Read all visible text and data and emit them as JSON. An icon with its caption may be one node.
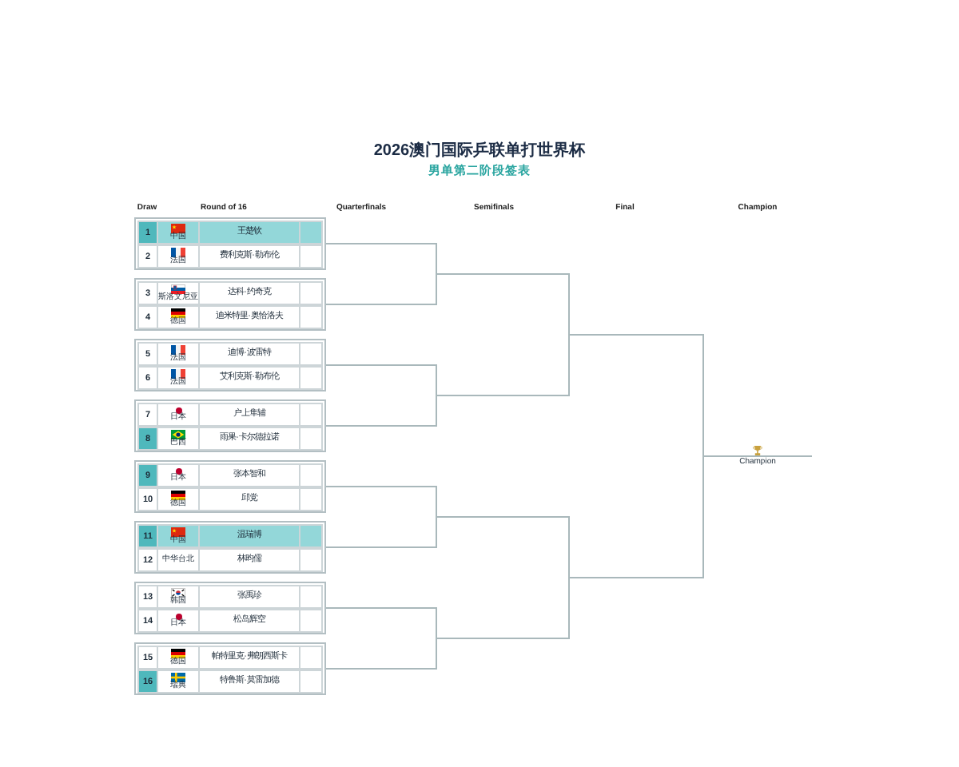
{
  "diagram": {
    "title": "2026澳门国际乒联单打世界杯",
    "nodes": [
      {
        "text": [],
        "shape": "box"
      },
      {
        "text": [
          "1",
          "中国",
          "王楚钦"
        ],
        "in": 0
      },
      {
        "text": [
          "2",
          "法国",
          "费利克斯·勒布伦"
        ],
        "in": 0
      },
      {
        "text": [],
        "shape": "box"
      },
      {
        "text": [
          "3",
          "斯洛文尼亚",
          "达科·约奇克"
        ],
        "in": 3
      },
      {
        "text": [
          "4",
          "德国",
          "迪米特里·奥恰洛夫"
        ],
        "in": 3
      },
      {
        "text": [],
        "shape": "box"
      },
      {
        "text": [
          "5",
          "法国",
          "迪博·波雷特"
        ],
        "in": 6
      },
      {
        "text": [
          "6",
          "法国",
          "艾利克斯·勒布伦"
        ],
        "in": 6
      },
      {
        "text": [],
        "shape": "box"
      },
      {
        "text": [
          "7",
          "日本",
          "户上隼辅"
        ],
        "in": 9
      },
      {
        "text": [
          "8",
          "巴西",
          "雨果·卡尔德拉诺"
        ],
        "in": 9
      },
      {
        "text": [],
        "shape": "box"
      },
      {
        "text": [
          "9",
          "日本",
          "张本智和"
        ],
        "in": 12
      },
      {
        "text": [
          "10",
          "德国",
          "邱党"
        ],
        "in": 12
      },
      {
        "text": [],
        "shape": "box"
      },
      {
        "text": [
          "11",
          "中国",
          "温瑞博"
        ],
        "in": 15
      },
      {
        "text": [
          "12",
          "中华台北",
          "林昀儒"
        ],
        "in": 15
      },
      {
        "text": [],
        "shape": "box"
      },
      {
        "text": [
          "13",
          "韩国",
          "张禹珍"
        ],
        "in": 18
      },
      {
        "text": [
          "14",
          "日本",
          "松岛辉空"
        ],
        "in": 18
      },
      {
        "text": [],
        "shape": "box"
      },
      {
        "text": [
          "15",
          "德国",
          "帕特里克·弗朗西斯卡"
        ],
        "in": 21
      },
      {
        "text": [
          "16",
          "瑞典",
          "特鲁斯·莫雷加德"
        ],
        "in": 21
      },
      {
        "text": [
          "Champion"
        ]
      }
    ],
    "edges": [
      {
        "from": 0,
        "to": 24,
        "arrow": "none"
      },
      {
        "from": 3,
        "to": 24,
        "arrow": "none"
      },
      {
        "from": 6,
        "to": 24,
        "arrow": "none"
      },
      {
        "from": 9,
        "to": 24,
        "arrow": "none"
      },
      {
        "from": 12,
        "to": 24,
        "arrow": "none"
      },
      {
        "from": 15,
        "to": 24,
        "arrow": "none"
      },
      {
        "from": 18,
        "to": 24,
        "arrow": "none"
      },
      {
        "from": 21,
        "to": 24,
        "arrow": "none"
      }
    ],
    "labels": [
      "男单第二阶段签表",
      "Draw",
      "Round of 16",
      "Quarterfinals",
      "Semifinals",
      "Final",
      "Champion"
    ]
  }
}
